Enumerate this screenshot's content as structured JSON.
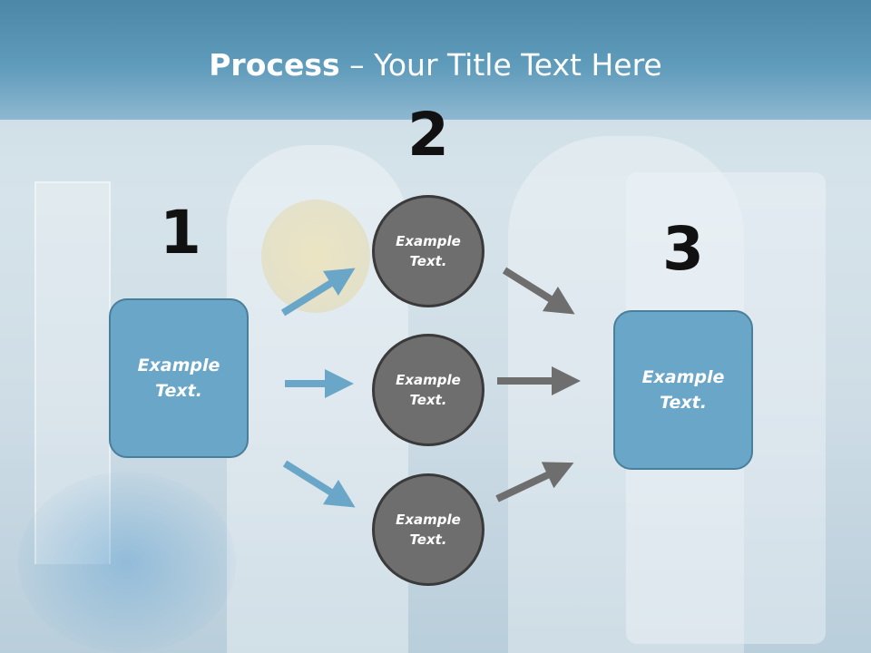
{
  "slide": {
    "title_bold": "Process",
    "title_rest": " – Your Title Text Here"
  },
  "steps": [
    {
      "number": "1",
      "label": "Example\nText."
    },
    {
      "number": "2",
      "label": "Example\nText."
    },
    {
      "number": "3",
      "label": "Example\nText."
    }
  ],
  "middle_nodes": [
    {
      "label": "Example\nText."
    },
    {
      "label": "Example\nText."
    },
    {
      "label": "Example\nText."
    }
  ],
  "colors": {
    "header": "#5f9bbb",
    "box_fill": "#6aa6c8",
    "circle_fill": "#6e6e6e",
    "arrow_in": "#6aa6c8",
    "arrow_out": "#6e6e6e"
  }
}
